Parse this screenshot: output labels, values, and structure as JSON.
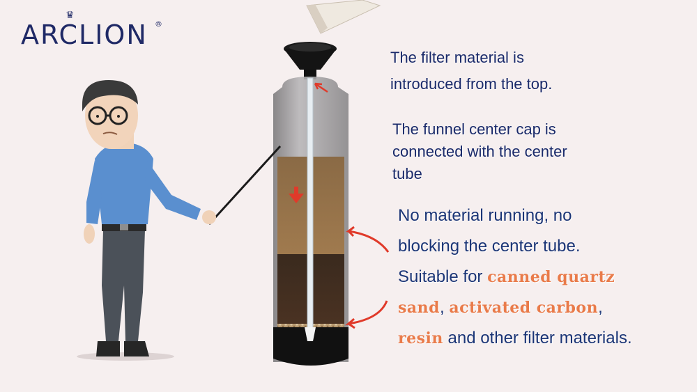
{
  "logo": {
    "text": "ARCLION",
    "registered": "®"
  },
  "captions": {
    "line1a": "The filter material is",
    "line1b": "introduced from the top.",
    "line2a": "The funnel center cap is",
    "line2b": "connected with the center",
    "line2c": "tube",
    "line3a": "No material running, no",
    "line3b": "blocking the center tube.",
    "line3c_prefix": "Suitable for ",
    "mat1": "canned quartz",
    "mat2": "sand",
    "sep1": ", ",
    "mat3": "activated carbon",
    "sep2": ",",
    "mat4": "resin",
    "line3e_suffix": " and other filter materials."
  },
  "colors": {
    "text": "#1a2a6a",
    "highlight": "#e97b4a",
    "arrow": "#e03a2a",
    "background": "#f6efef"
  }
}
